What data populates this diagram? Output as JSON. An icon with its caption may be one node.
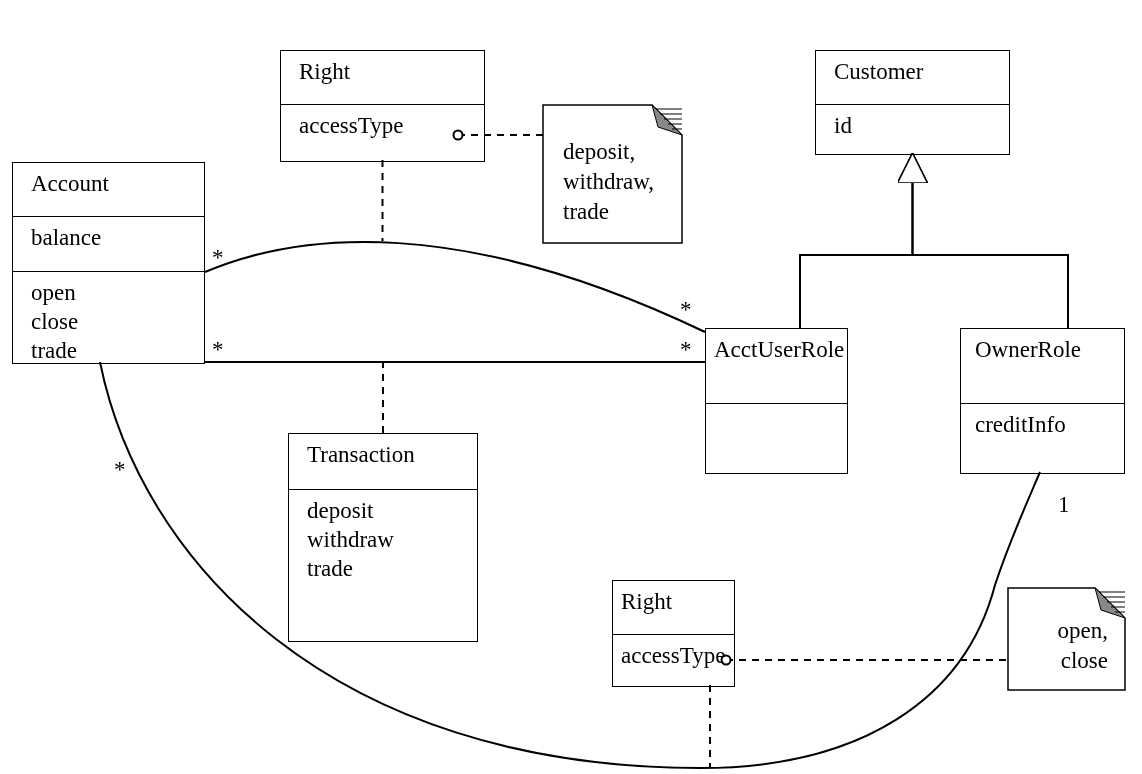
{
  "diagram": {
    "nodes": [
      {
        "text": [
          "Right",
          "accessType"
        ]
      },
      {
        "text": [
          "deposit, withdraw, trade"
        ]
      },
      {
        "text": [
          "Customer",
          "id"
        ]
      },
      {
        "text": [
          "Account",
          "balance",
          "open close trade"
        ]
      },
      {
        "text": [
          "AcctUserRole"
        ]
      },
      {
        "text": [
          "OwnerRole",
          "creditInfo"
        ]
      },
      {
        "text": [
          "Transaction",
          "deposit withdraw trade"
        ]
      },
      {
        "text": [
          "Right",
          "accessType"
        ]
      },
      {
        "text": [
          "open, close"
        ]
      }
    ],
    "edges": [
      {
        "from": 4,
        "to": 2,
        "arrow": "to"
      },
      {
        "from": 5,
        "to": 2,
        "arrow": "to"
      },
      {
        "from": 3,
        "to": 4,
        "arrow": "none"
      },
      {
        "from": 0,
        "to": null,
        "arrow": "none",
        "style": "dashed"
      },
      {
        "from": 0,
        "to": 1,
        "arrow": "other",
        "style": "dashed"
      },
      {
        "from": 3,
        "to": 4,
        "arrow": "none"
      },
      {
        "from": 6,
        "to": null,
        "arrow": "none",
        "style": "dashed"
      },
      {
        "from": 3,
        "to": 5,
        "arrow": "none"
      },
      {
        "from": 7,
        "to": null,
        "arrow": "none",
        "style": "dashed"
      },
      {
        "from": 7,
        "to": 8,
        "arrow": "other",
        "style": "dashed"
      }
    ],
    "labels": [
      "*",
      "*",
      "*",
      "*",
      "*",
      "1"
    ]
  }
}
